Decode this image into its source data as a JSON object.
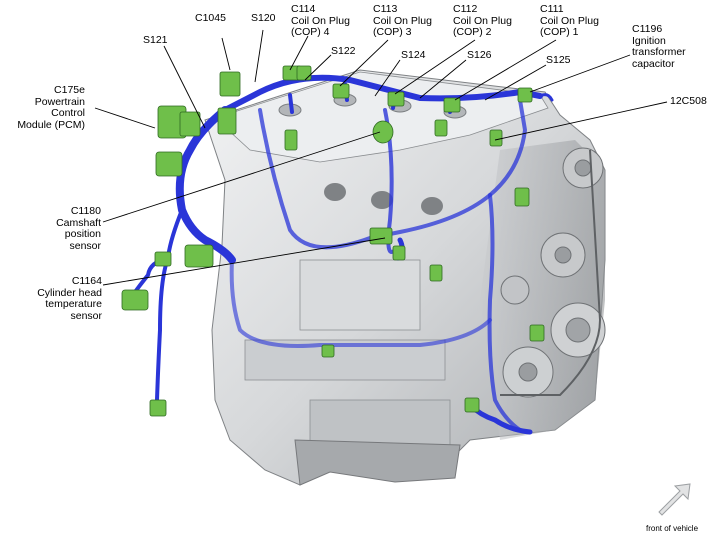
{
  "labels": {
    "c1045": [
      "C1045"
    ],
    "s120": [
      "S120"
    ],
    "c114": [
      "C114",
      "Coil On Plug",
      "(COP) 4"
    ],
    "c113": [
      "C113",
      "Coil On Plug",
      "(COP) 3"
    ],
    "c112": [
      "C112",
      "Coil On Plug",
      "(COP) 2"
    ],
    "c111": [
      "C111",
      "Coil On Plug",
      "(COP) 1"
    ],
    "c1196": [
      "C1196",
      "Ignition",
      "transformer",
      "capacitor"
    ],
    "s121": [
      "S121"
    ],
    "s122": [
      "S122"
    ],
    "s124": [
      "S124"
    ],
    "s126": [
      "S126"
    ],
    "s125": [
      "S125"
    ],
    "c175e": [
      "C175e",
      "Powertrain",
      "Control",
      "Module (PCM)"
    ],
    "c12c508": [
      "12C508"
    ],
    "c1180": [
      "C1180",
      "Camshaft",
      "position",
      "sensor"
    ],
    "c1164": [
      "C1164",
      "Cylinder head",
      "temperature",
      "sensor"
    ]
  },
  "orientation": {
    "text": "front of vehicle",
    "icon": "arrow-up-right-icon"
  },
  "colors": {
    "harness": "#2a35d8",
    "connector": "#6fbf4a",
    "engine": "#d4d6d8"
  }
}
